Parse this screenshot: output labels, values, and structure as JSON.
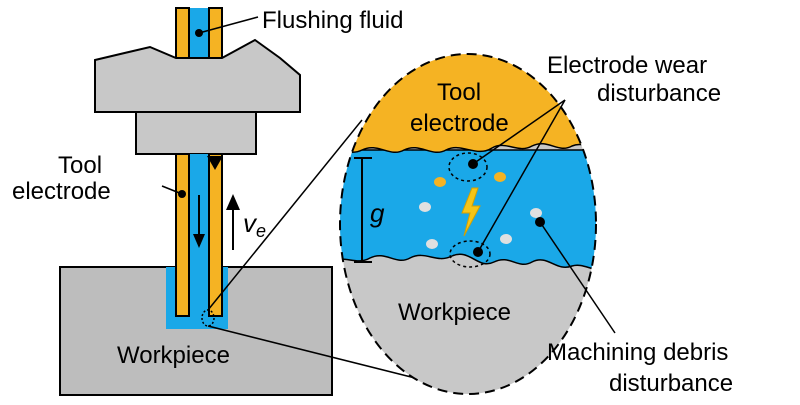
{
  "labels": {
    "flushing_fluid": "Flushing fluid",
    "tool_electrode_left_line1": "Tool",
    "tool_electrode_left_line2": "electrode",
    "velocity_symbol": "v",
    "velocity_subscript": "e",
    "workpiece_left": "Workpiece",
    "tool_electrode_zoom_line1": "Tool",
    "tool_electrode_zoom_line2": "electrode",
    "electrode_wear_line1": "Electrode wear",
    "electrode_wear_line2": "disturbance",
    "gap_symbol": "g",
    "workpiece_zoom": "Workpiece",
    "debris_line1": "Machining debris",
    "debris_line2": "disturbance"
  },
  "colors": {
    "electrode_orange": "#F5B323",
    "fluid_blue": "#1AA8E8",
    "body_gray": "#C8C8C8",
    "workpiece_gray": "#BDBDBD",
    "spark_yellow": "#F5C518",
    "debris_light": "#E0E0E0"
  }
}
